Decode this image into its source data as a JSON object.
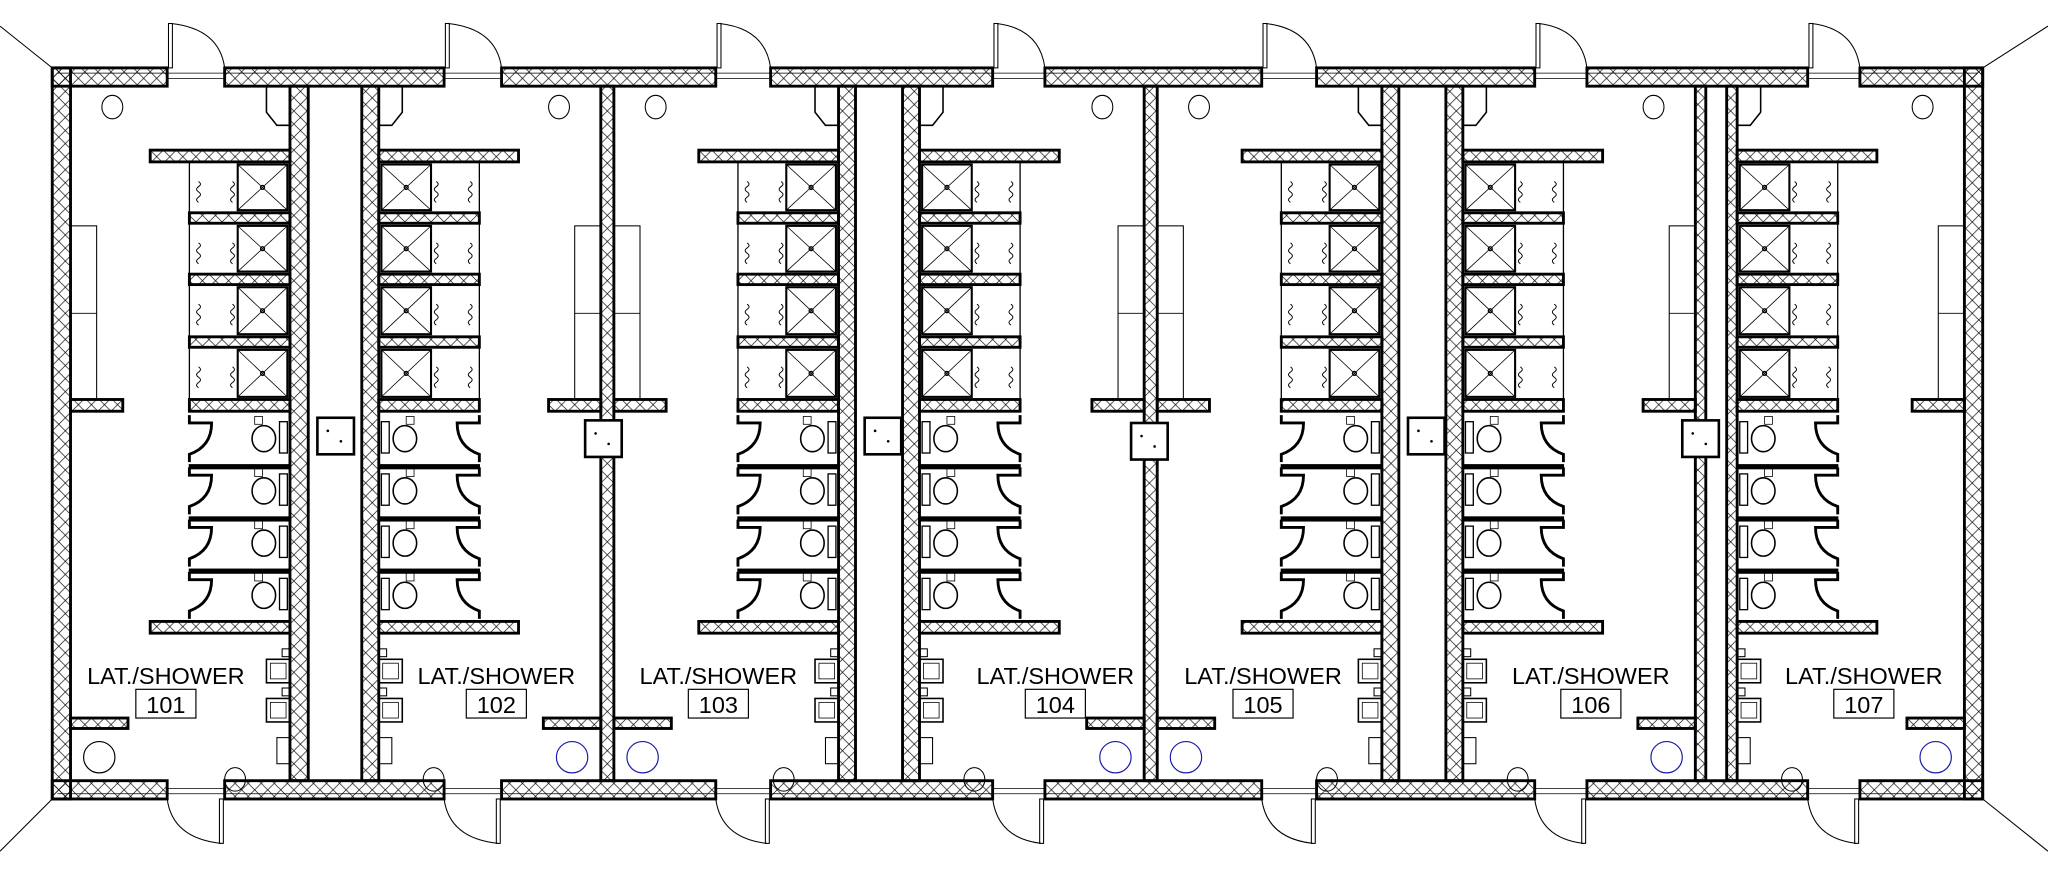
{
  "plan": {
    "room_type_label": "LAT./SHOWER",
    "rooms": [
      {
        "name": "LAT./SHOWER",
        "number": "101"
      },
      {
        "name": "LAT./SHOWER",
        "number": "102"
      },
      {
        "name": "LAT./SHOWER",
        "number": "103"
      },
      {
        "name": "LAT./SHOWER",
        "number": "104"
      },
      {
        "name": "LAT./SHOWER",
        "number": "105"
      },
      {
        "name": "LAT./SHOWER",
        "number": "106"
      },
      {
        "name": "LAT./SHOWER",
        "number": "107"
      }
    ],
    "colors": {
      "line": "#000000",
      "drain_blue": "#1a1aa8",
      "background": "#ffffff"
    }
  }
}
